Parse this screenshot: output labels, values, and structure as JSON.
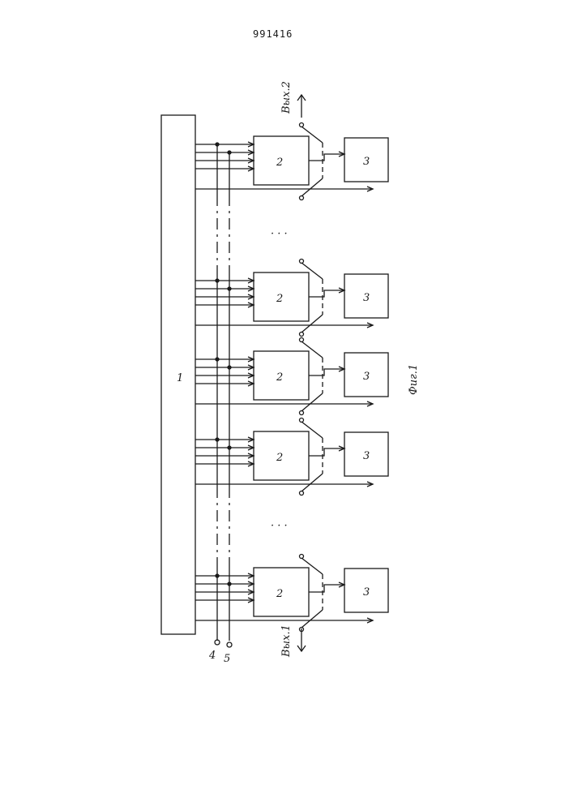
{
  "header": {
    "patent_number": "991416"
  },
  "figure": {
    "caption": "Фиг.1",
    "block_main_label": "1",
    "block_2_label": "2",
    "block_3_label": "3",
    "terminal_4_label": "4",
    "terminal_5_label": "5",
    "output_top_label": "Вых.2",
    "output_bottom_label": "Вых.1",
    "ellipsis": "· · ·"
  }
}
